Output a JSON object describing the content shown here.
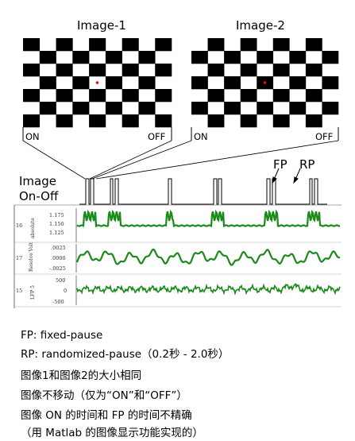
{
  "images": [
    {
      "title": "Image-1",
      "on_label": "ON",
      "off_label": "OFF"
    },
    {
      "title": "Image-2",
      "on_label": "ON",
      "off_label": "OFF"
    }
  ],
  "timeline": {
    "label_line1": "Image",
    "label_line2": "On-Off",
    "fp_label": "FP",
    "rp_label": "RP"
  },
  "traces": [
    {
      "row_id": "16",
      "axis_title": "absolute",
      "ticks": [
        "1.175",
        "1.150",
        "1.125"
      ],
      "color": "#1a8a1a"
    },
    {
      "row_id": "17",
      "axis_title": "Resolve Volt",
      "ticks": [
        ".0025",
        ".0000",
        "-.0025"
      ],
      "color": "#1a8a1a"
    },
    {
      "row_id": "15",
      "axis_title": "LFP 5",
      "ticks": [
        "500",
        "0",
        "-500"
      ],
      "color": "#1a8a1a"
    }
  ],
  "notes": {
    "fp": "FP: fixed-pause",
    "rp": "RP: randomized-pause（0.2秒 - 2.0秒）",
    "line1": "图像1和图像2的大小相同",
    "line2": "图像不移动（仅为“ON”和“OFF”）",
    "line3": "图像 ON 的时间和 FP 的时间不精确",
    "line4": "（用 Matlab 的图像显示功能实现的）"
  }
}
